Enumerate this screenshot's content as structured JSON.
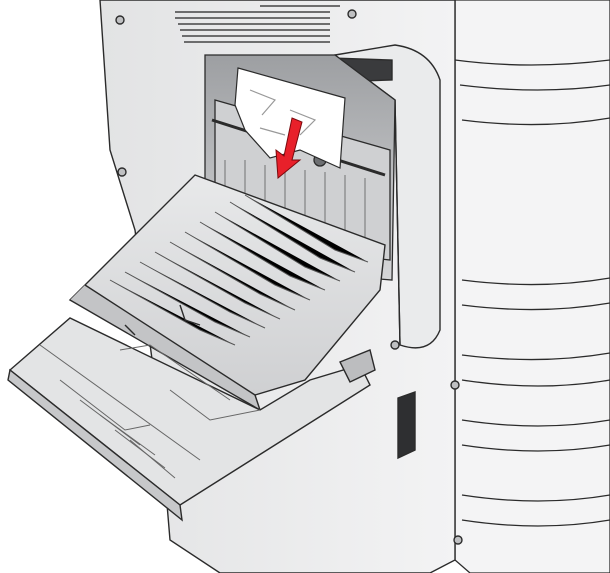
{
  "illustration": {
    "subject": "printer-side-door-paper-jam-removal",
    "colors": {
      "background": "#ffffff",
      "printer_body": "#e6e7e8",
      "printer_shadow": "#c9cacc",
      "outline": "#2b2b2b",
      "tray": "#d9dadb",
      "paper": "#ffffff",
      "arrow": "#e8202a"
    },
    "icons": [
      "paper-jam",
      "pull-direction-arrow",
      "multipurpose-feeder",
      "duplex-door"
    ]
  }
}
